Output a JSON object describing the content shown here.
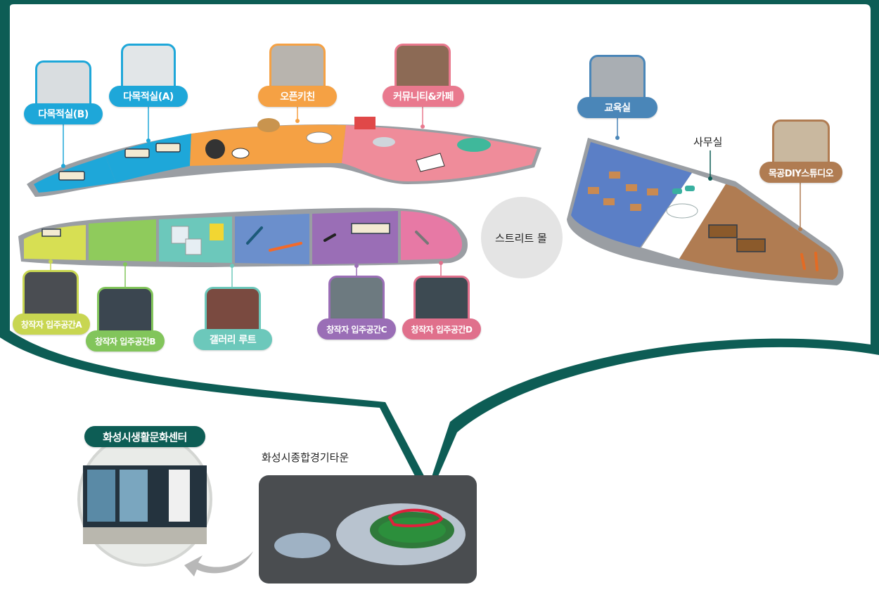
{
  "colors": {
    "frame": "#0d5d55",
    "cyan": "#1ea7d9",
    "orange": "#f5a144",
    "pink": "#e9798e",
    "teal": "#6cc8bb",
    "purple": "#9a6eb6",
    "lime": "#c8d651",
    "green": "#82c55b",
    "steel": "#4a86b8",
    "brown": "#b07c52",
    "blue": "#6b8fcc"
  },
  "rooms": {
    "multi_b": "다목적실(B)",
    "multi_a": "다목적실(A)",
    "open_kitchen": "오픈키친",
    "community_cafe": "커뮤니티&카페",
    "education": "교육실",
    "office": "사무실",
    "woodwork": "목공DIY스튜디오",
    "street_mall": "스트리트 몰",
    "creator_a": "창작자 입주공간A",
    "creator_b": "창작자 입주공간B",
    "gallery": "갤러리 루트",
    "creator_c": "창작자 입주공간C",
    "creator_d": "창작자 입주공간D"
  },
  "locations": {
    "culture_center": "화성시생활문화센터",
    "stadium": "화성시종합경기타운"
  }
}
